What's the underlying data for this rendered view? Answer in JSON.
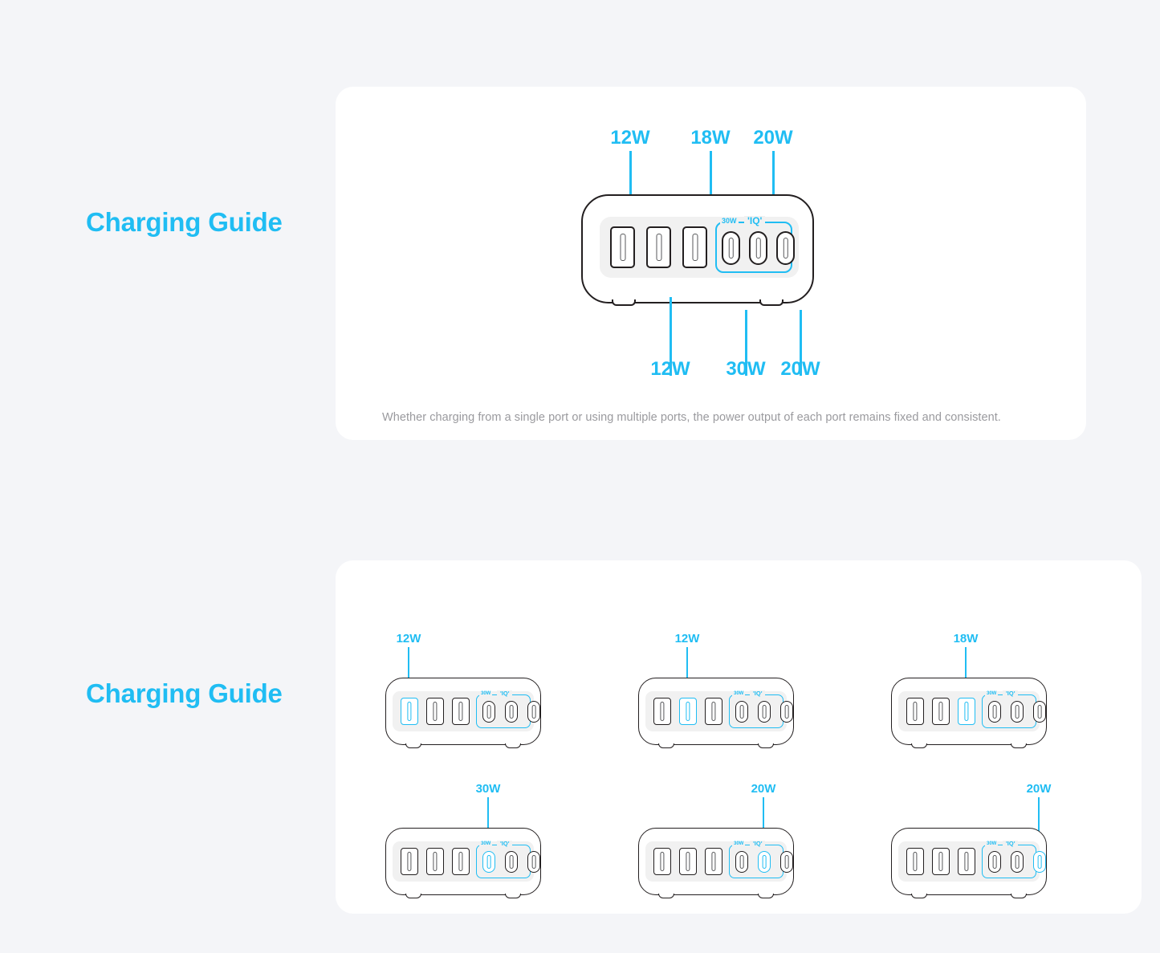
{
  "page": {
    "background_color": "#f4f5f8",
    "accent_color": "#20bdf3",
    "card_color": "#ffffff",
    "body_outline_color": "#231f20",
    "caption_color": "#9a9a9e"
  },
  "section_1": {
    "title": "Charging Guide",
    "caption": "Whether charging from a single port or using multiple ports, the power output of each port remains fixed and consistent.",
    "charger": {
      "iq_badge": "'IQ'",
      "iq_group_watt": "30W",
      "ports": [
        {
          "id": "usb-a-1",
          "type": "usb-a",
          "power": "12W"
        },
        {
          "id": "usb-a-2",
          "type": "usb-a",
          "power": "12W"
        },
        {
          "id": "usb-a-3",
          "type": "usb-a",
          "power": "18W"
        },
        {
          "id": "usb-c-1",
          "type": "usb-c",
          "power": "30W"
        },
        {
          "id": "usb-c-2",
          "type": "usb-c",
          "power": "20W"
        },
        {
          "id": "usb-c-3",
          "type": "usb-c",
          "power": "20W"
        }
      ]
    },
    "callouts_top": [
      {
        "label": "12W",
        "port": "usb-a-1"
      },
      {
        "label": "18W",
        "port": "usb-a-3"
      },
      {
        "label": "20W",
        "port": "usb-c-2"
      }
    ],
    "callouts_bottom": [
      {
        "label": "12W",
        "port": "usb-a-2"
      },
      {
        "label": "30W",
        "port": "usb-c-1"
      },
      {
        "label": "20W",
        "port": "usb-c-3"
      }
    ]
  },
  "section_2": {
    "title": "Charging Guide",
    "units": [
      {
        "label": "12W",
        "highlight_index": 0,
        "iq_badge": "'IQ'",
        "iq_group_watt": "30W"
      },
      {
        "label": "12W",
        "highlight_index": 1,
        "iq_badge": "'IQ'",
        "iq_group_watt": "30W"
      },
      {
        "label": "18W",
        "highlight_index": 2,
        "iq_badge": "'IQ'",
        "iq_group_watt": "30W"
      },
      {
        "label": "30W",
        "highlight_index": 3,
        "iq_badge": "'IQ'",
        "iq_group_watt": "30W"
      },
      {
        "label": "20W",
        "highlight_index": 4,
        "iq_badge": "'IQ'",
        "iq_group_watt": "30W"
      },
      {
        "label": "20W",
        "highlight_index": 5,
        "iq_badge": "'IQ'",
        "iq_group_watt": "30W"
      }
    ]
  }
}
